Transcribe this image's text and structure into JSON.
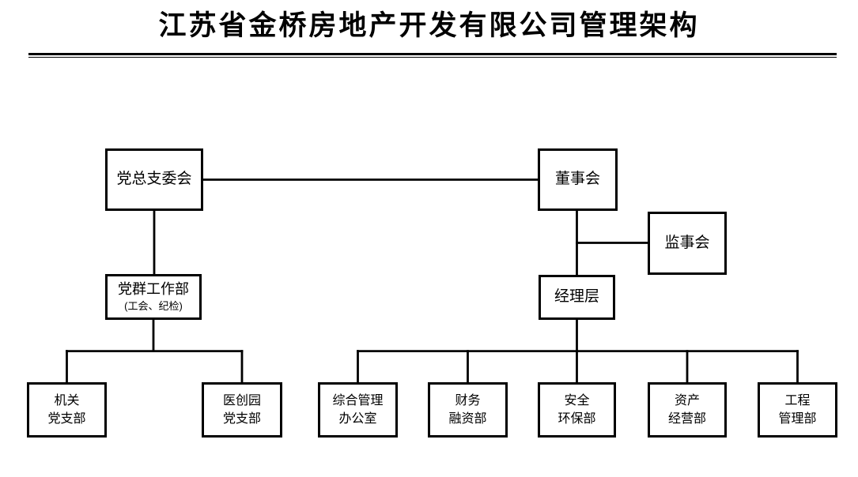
{
  "page": {
    "title": "江苏省金桥房地产开发有限公司管理架构"
  },
  "nodes": {
    "party_committee": {
      "label": "党总支委会"
    },
    "board_of_directors": {
      "label": "董事会"
    },
    "supervisory_board": {
      "label": "监事会"
    },
    "party_mass_work_dept": {
      "label": "党群工作部",
      "sublabel": "(工会、纪检)"
    },
    "management_team": {
      "label": "经理层"
    },
    "agency_party_branch": {
      "label": "机关\n党支部"
    },
    "medpark_party_branch": {
      "label": "医创园\n党支部"
    },
    "general_admin_office": {
      "label": "综合管理\n办公室"
    },
    "finance_financing_dept": {
      "label": "财务\n融资部"
    },
    "safety_env_dept": {
      "label": "安全\n环保部"
    },
    "asset_operation_dept": {
      "label": "资产\n经营部"
    },
    "engineering_mgmt_dept": {
      "label": "工程\n管理部"
    }
  },
  "colors": {
    "line": "#000000",
    "background": "#ffffff",
    "text": "#000000"
  }
}
